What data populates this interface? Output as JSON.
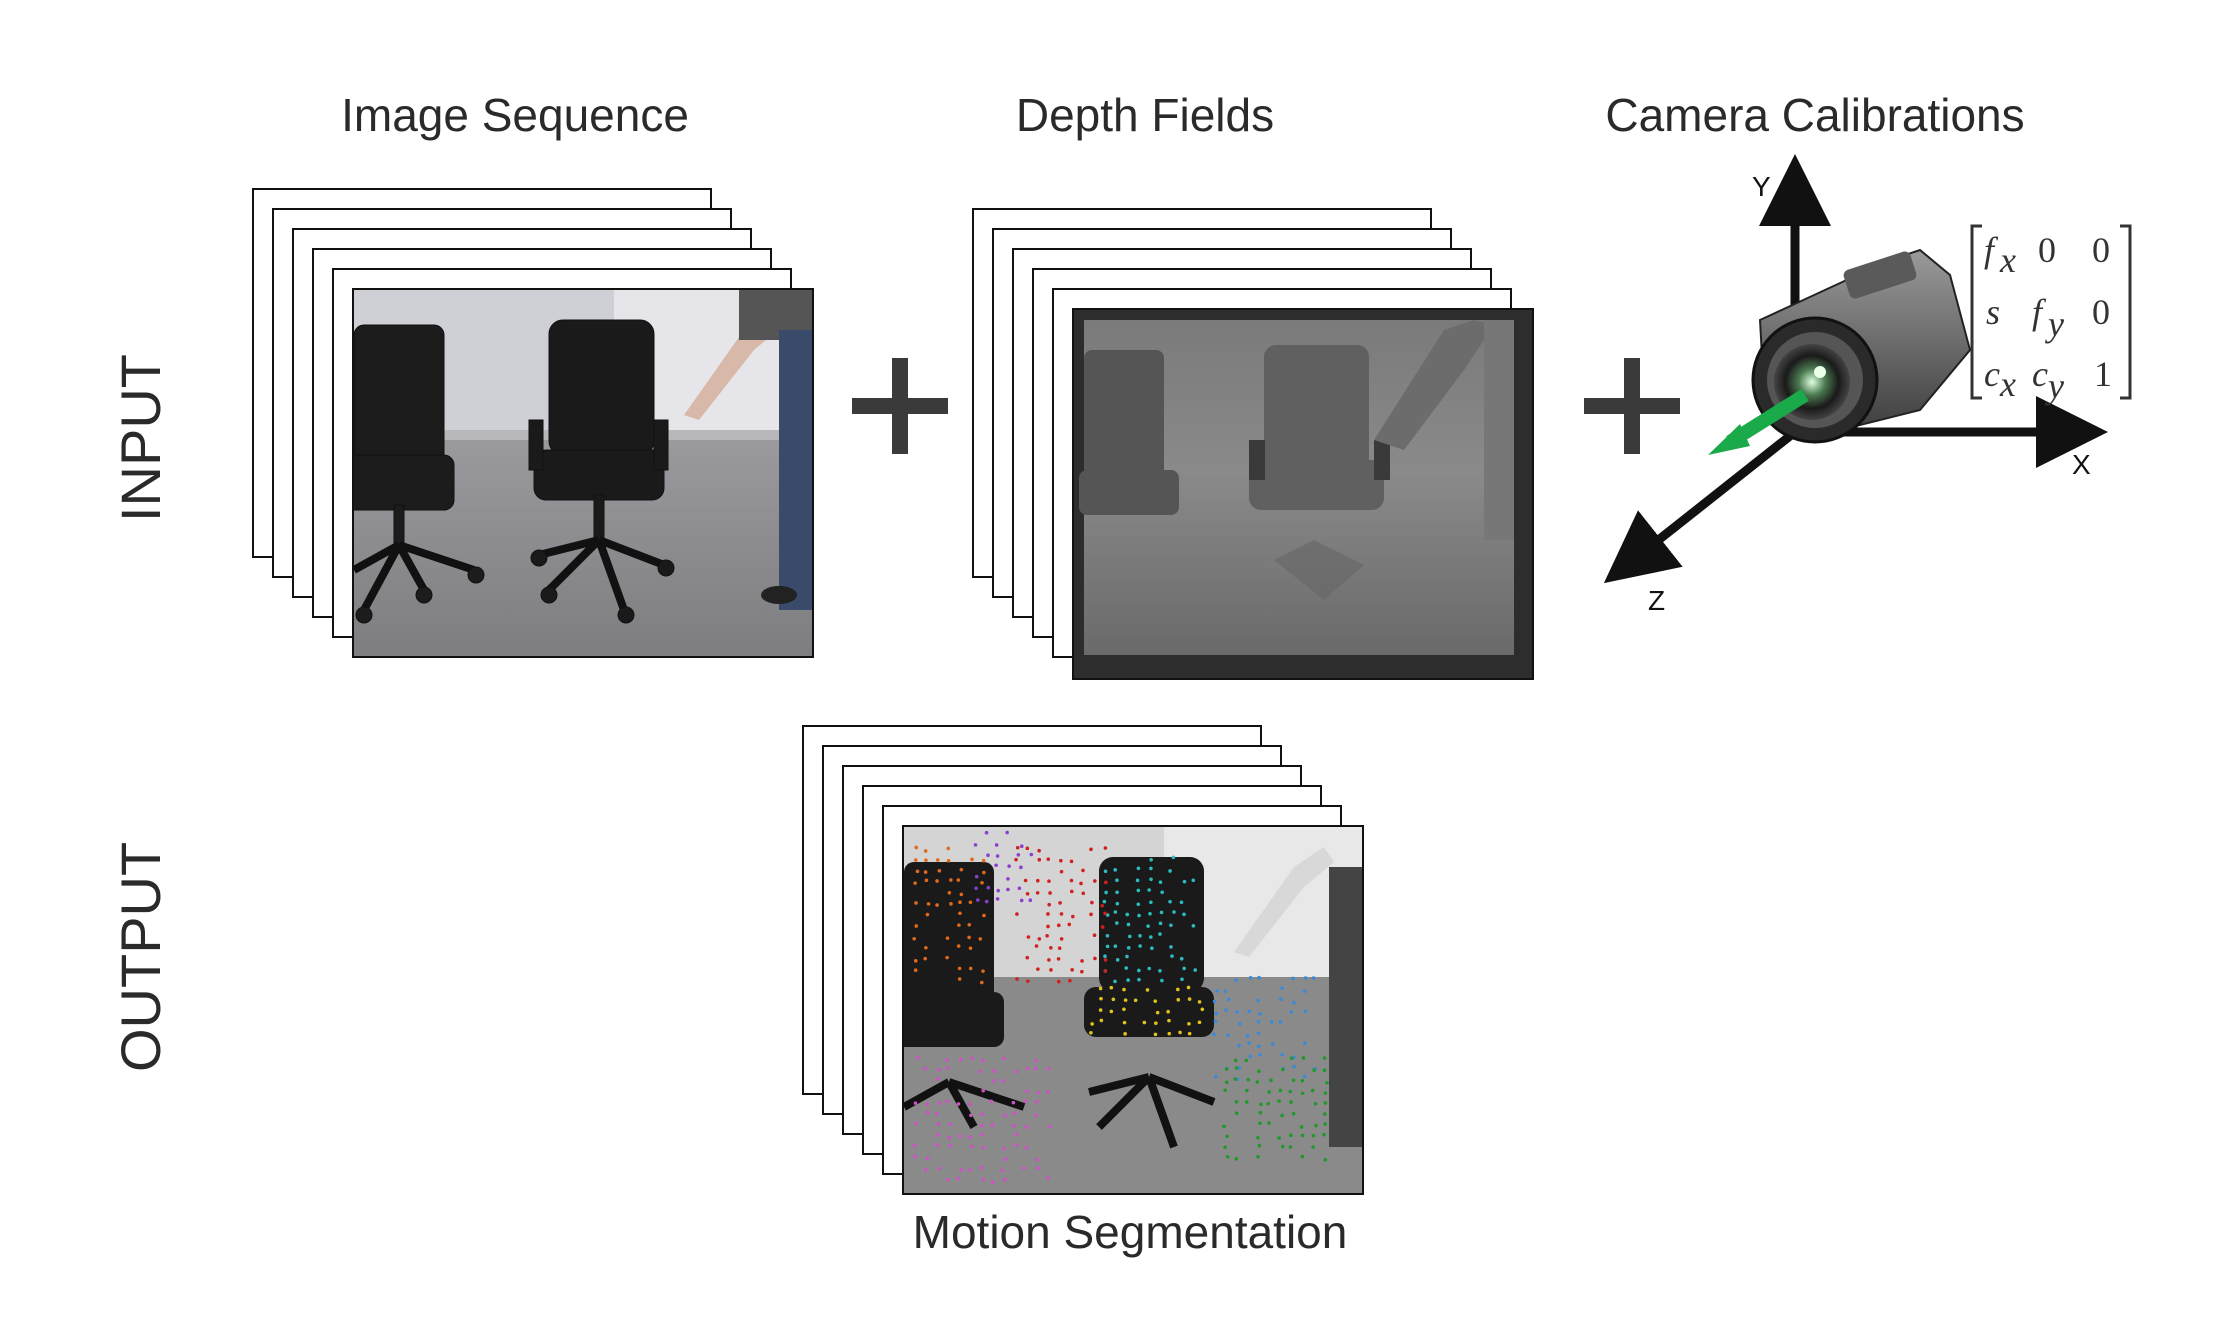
{
  "labels": {
    "image_sequence": "Image Sequence",
    "depth_fields": "Depth Fields",
    "camera_calibrations": "Camera Calibrations",
    "motion_segmentation": "Motion Segmentation"
  },
  "side_labels": {
    "input": "INPUT",
    "output": "OUTPUT"
  },
  "axes": {
    "x": "X",
    "y": "Y",
    "z": "Z"
  },
  "matrix": {
    "r1": [
      "f",
      "x",
      "0",
      "0"
    ],
    "r2": [
      "s",
      "f",
      "y",
      "0"
    ],
    "r3": [
      "c",
      "x",
      "c",
      "y",
      "1"
    ]
  },
  "colors": {
    "arrow_green": "#1aaa4a",
    "depth_frame": "#2d2d2d",
    "segment_colors": [
      "#e06a1a",
      "#8a3fd0",
      "#2bbcc0",
      "#e0c21a",
      "#d02020",
      "#3a8ad8",
      "#1f9a2a",
      "#d050c8"
    ]
  }
}
